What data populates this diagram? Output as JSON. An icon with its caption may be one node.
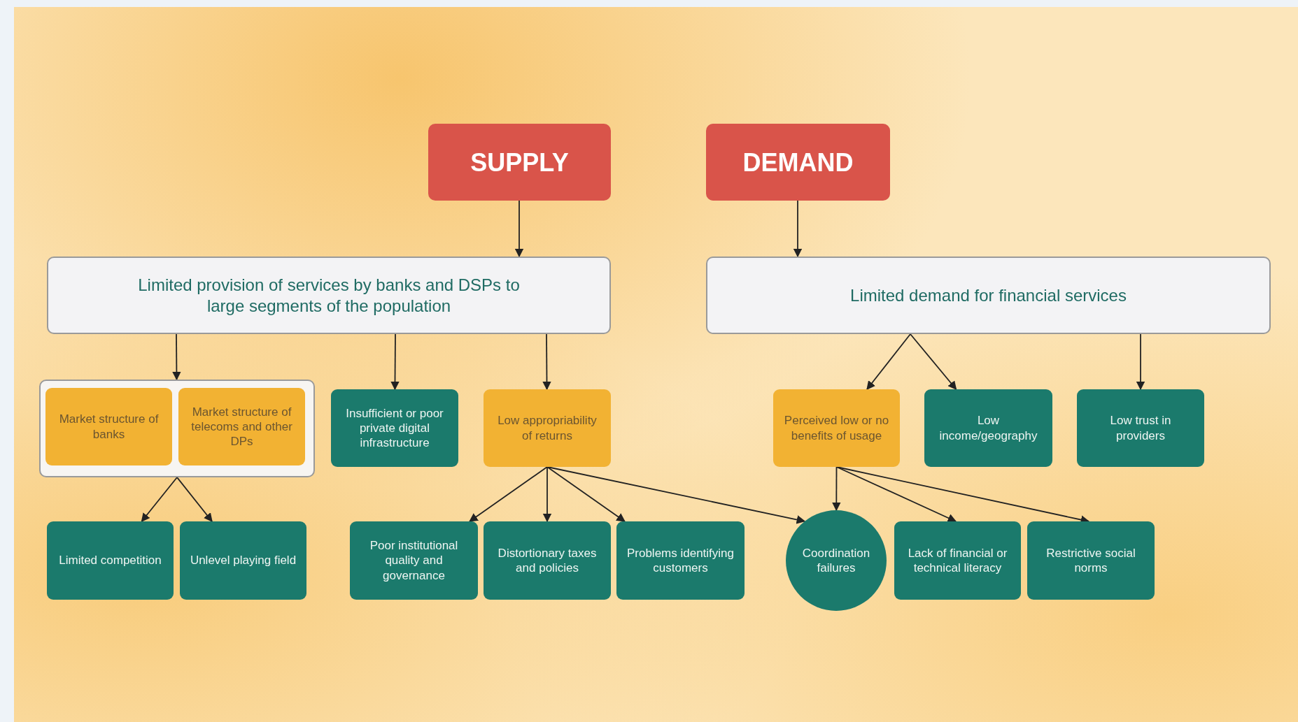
{
  "diagram": {
    "nodes": [
      {
        "text": [
          "SUPPLY"
        ]
      },
      {
        "text": [
          "DEMAND"
        ]
      },
      {
        "text": [
          "Limited provision of services by banks and DSPs to large segments of the population"
        ]
      },
      {
        "text": [
          "Limited demand for financial services"
        ]
      },
      {
        "text": [],
        "shape": "box"
      },
      {
        "text": [
          "Market structure of banks"
        ],
        "in": 4
      },
      {
        "text": [
          "Market structure of telecoms and other DPs"
        ],
        "in": 4
      },
      {
        "text": [
          "Insufficient or poor private digital infrastructure"
        ]
      },
      {
        "text": [
          "Low appropriability of returns"
        ]
      },
      {
        "text": [
          "Perceived low or no benefits of usage"
        ]
      },
      {
        "text": [
          "Low income/geography"
        ]
      },
      {
        "text": [
          "Low trust in providers"
        ]
      },
      {
        "text": [
          "Limited competition"
        ]
      },
      {
        "text": [
          "Unlevel playing field"
        ]
      },
      {
        "text": [
          "Poor institutional quality and governance"
        ]
      },
      {
        "text": [
          "Distortionary taxes and policies"
        ]
      },
      {
        "text": [
          "Problems identifying customers"
        ]
      },
      {
        "text": [
          "Coordination failures"
        ]
      },
      {
        "text": [
          "Lack of financial or technical literacy"
        ]
      },
      {
        "text": [
          "Restrictive social norms"
        ]
      }
    ],
    "edges": [
      {
        "from": 0,
        "to": 2,
        "arrow": "to"
      },
      {
        "from": 1,
        "to": 3,
        "arrow": "to"
      },
      {
        "from": 2,
        "to": 4,
        "arrow": "to"
      },
      {
        "from": 2,
        "to": 7,
        "arrow": "to"
      },
      {
        "from": 2,
        "to": 8,
        "arrow": "to"
      },
      {
        "from": 3,
        "to": 9,
        "arrow": "to"
      },
      {
        "from": 3,
        "to": 10,
        "arrow": "to"
      },
      {
        "from": 3,
        "to": 11,
        "arrow": "to"
      },
      {
        "from": 4,
        "to": 12,
        "arrow": "to"
      },
      {
        "from": 4,
        "to": 13,
        "arrow": "to"
      },
      {
        "from": 8,
        "to": 14,
        "arrow": "to"
      },
      {
        "from": 8,
        "to": 15,
        "arrow": "to"
      },
      {
        "from": 8,
        "to": 16,
        "arrow": "to"
      },
      {
        "from": 8,
        "to": 17,
        "arrow": "to"
      },
      {
        "from": 9,
        "to": 17,
        "arrow": "to"
      },
      {
        "from": 9,
        "to": 18,
        "arrow": "to"
      },
      {
        "from": 9,
        "to": 19,
        "arrow": "to"
      }
    ]
  }
}
